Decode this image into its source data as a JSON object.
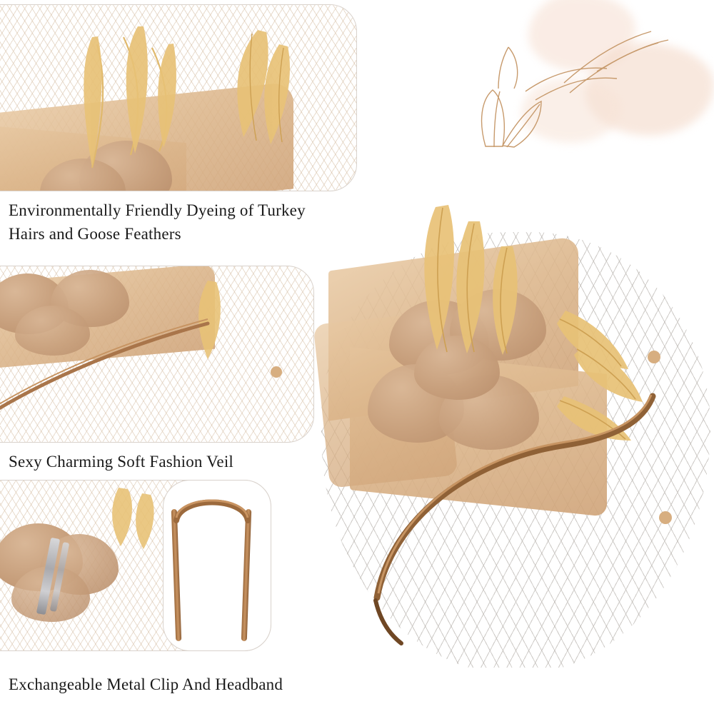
{
  "image": {
    "type": "product-feature-collage",
    "subject": "Beige fascinator hat with birdcage veil, feathers and headband",
    "background_color": "#ffffff",
    "accent_colors": {
      "mesh_tan": "#c8a884",
      "organza": "#dcb68b",
      "petal": "#c79f7c",
      "feather_gold": "#e2b766",
      "headband_brown": "#9c6a3d",
      "clip_silver": "#b9b9bd",
      "watercolor_peach": "#f2d8c2",
      "panel_border": "#d9d2cc",
      "caption_text": "#1a1a1a"
    }
  },
  "captions": [
    {
      "id": "caption-1",
      "text": "Environmentally Friendly Dyeing of Turkey\nHairs and Goose Feathers"
    },
    {
      "id": "caption-2",
      "text": "Sexy Charming Soft Fashion Veil"
    },
    {
      "id": "caption-3",
      "text": "Exchangeable Metal Clip And Headband"
    }
  ],
  "panels": [
    {
      "id": "panel-feathers",
      "caption_ref": "caption-1",
      "depicts": "close-up of dyed turkey hair and goose feather plume on mesh"
    },
    {
      "id": "panel-veil",
      "caption_ref": "caption-2",
      "depicts": "fascinator veil with headband detail"
    },
    {
      "id": "panel-clip",
      "caption_ref": "caption-3",
      "depicts": "metal clip attached to mesh flower"
    },
    {
      "id": "panel-headband",
      "caption_ref": "caption-3",
      "depicts": "thin brown metal headband"
    }
  ],
  "hero": {
    "id": "hero-product",
    "depicts": "full fascinator with birdcage veil, organza bow, feathers and headband"
  },
  "decoration": {
    "id": "tulip-sketch",
    "depicts": "line-art tulip flowers with peach watercolor wash"
  }
}
